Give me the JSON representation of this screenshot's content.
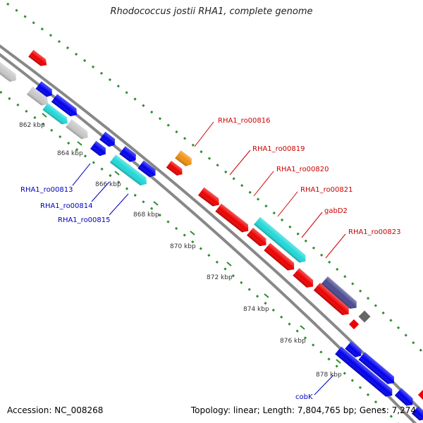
{
  "title": "Rhodococcus jostii RHA1, complete genome",
  "footer": {
    "accession": "Accession: NC_008268",
    "topology": "Topology: linear; Length: 7,804,765 bp; Genes: 7,274"
  },
  "colors": {
    "background": "#ffffff",
    "backbone": "#888888",
    "tick_mark": "#2e8b2e",
    "forward_label": "#cc0000",
    "reverse_label": "#0000bb",
    "red": "#ee0000",
    "blue": "#0000ee",
    "cyan": "#22d8d8",
    "gray": "#c8c8c8",
    "orange": "#f09010",
    "slate": "#4a4a90",
    "dark_gray": "#666666"
  },
  "scale_ticks": [
    "862 kbp",
    "864 kbp",
    "866 kbp",
    "868 kbp",
    "870 kbp",
    "872 kbp",
    "874 kbp",
    "876 kbp",
    "878 kbp"
  ],
  "forward_gene_labels": [
    "RHA1_ro00816",
    "RHA1_ro00819",
    "RHA1_ro00820",
    "RHA1_ro00821",
    "gabD2",
    "RHA1_ro00823"
  ],
  "reverse_gene_labels": [
    "RHA1_ro00813",
    "RHA1_ro00814",
    "RHA1_ro00815",
    "cobK"
  ]
}
